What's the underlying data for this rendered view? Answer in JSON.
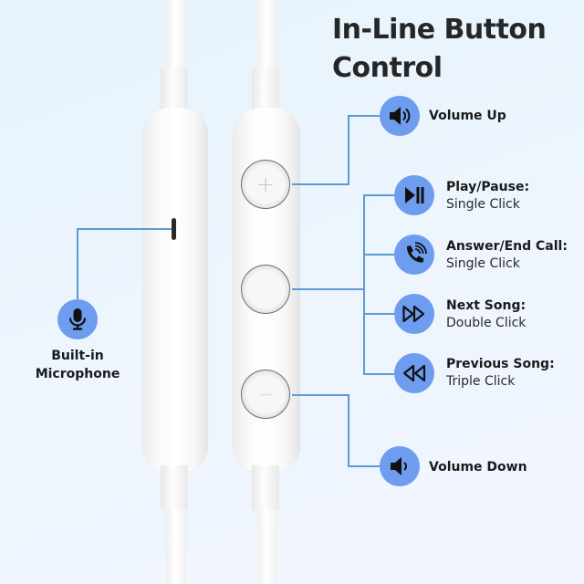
{
  "title": {
    "line1": "In-Line Button",
    "line2": "Control"
  },
  "colors": {
    "accent_line": "#5b9bd5",
    "icon_bubble": "#6e9df0",
    "title_text": "#262626"
  },
  "microphone": {
    "icon": "microphone-icon",
    "label_line1": "Built-in",
    "label_line2": "Microphone"
  },
  "buttons": [
    {
      "id": "plus",
      "glyph": "+",
      "icon": "plus-icon"
    },
    {
      "id": "center",
      "glyph": "",
      "icon": ""
    },
    {
      "id": "minus",
      "glyph": "—",
      "icon": "minus-icon"
    }
  ],
  "functions": [
    {
      "icon": "volume-up-icon",
      "title": "Volume Up",
      "action": ""
    },
    {
      "icon": "play-pause-icon",
      "title": "Play/Pause:",
      "action": "Single Click"
    },
    {
      "icon": "phone-call-icon",
      "title": "Answer/End Call:",
      "action": "Single Click"
    },
    {
      "icon": "next-track-icon",
      "title": "Next Song:",
      "action": "Double Click"
    },
    {
      "icon": "previous-track-icon",
      "title": "Previous Song:",
      "action": "Triple Click"
    },
    {
      "icon": "volume-down-icon",
      "title": "Volume Down",
      "action": ""
    }
  ]
}
